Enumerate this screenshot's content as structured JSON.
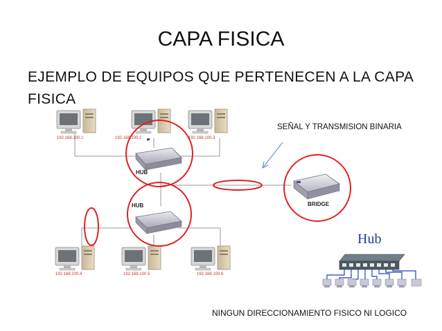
{
  "slide": {
    "title": "CAPA FISICA",
    "subtitle": "EJEMPLO DE EQUIPOS QUE PERTENECEN A LA CAPA FISICA",
    "note_signal": "SEÑAL Y TRANSMISION BINARIA",
    "note_bottom": "NINGUN DIRECCIONAMIENTO FISICO NI LOGICO"
  },
  "diagram": {
    "hub_label_top": "HUB",
    "hub_label_bottom": "HUB",
    "bridge_label": "BRIDGE",
    "hub_inset_title": "Hub",
    "pcs_top": [
      {
        "ip": "192.168.100.1"
      },
      {
        "ip": "192.168.100.2"
      },
      {
        "ip": "192.168.100.3"
      }
    ],
    "pcs_bottom": [
      {
        "ip": "192.168.100.4"
      },
      {
        "ip": "192.168.100.5"
      },
      {
        "ip": "192.168.100.6"
      }
    ],
    "highlight_color": "#e02020",
    "arrow_color": "#4a7bd0"
  }
}
